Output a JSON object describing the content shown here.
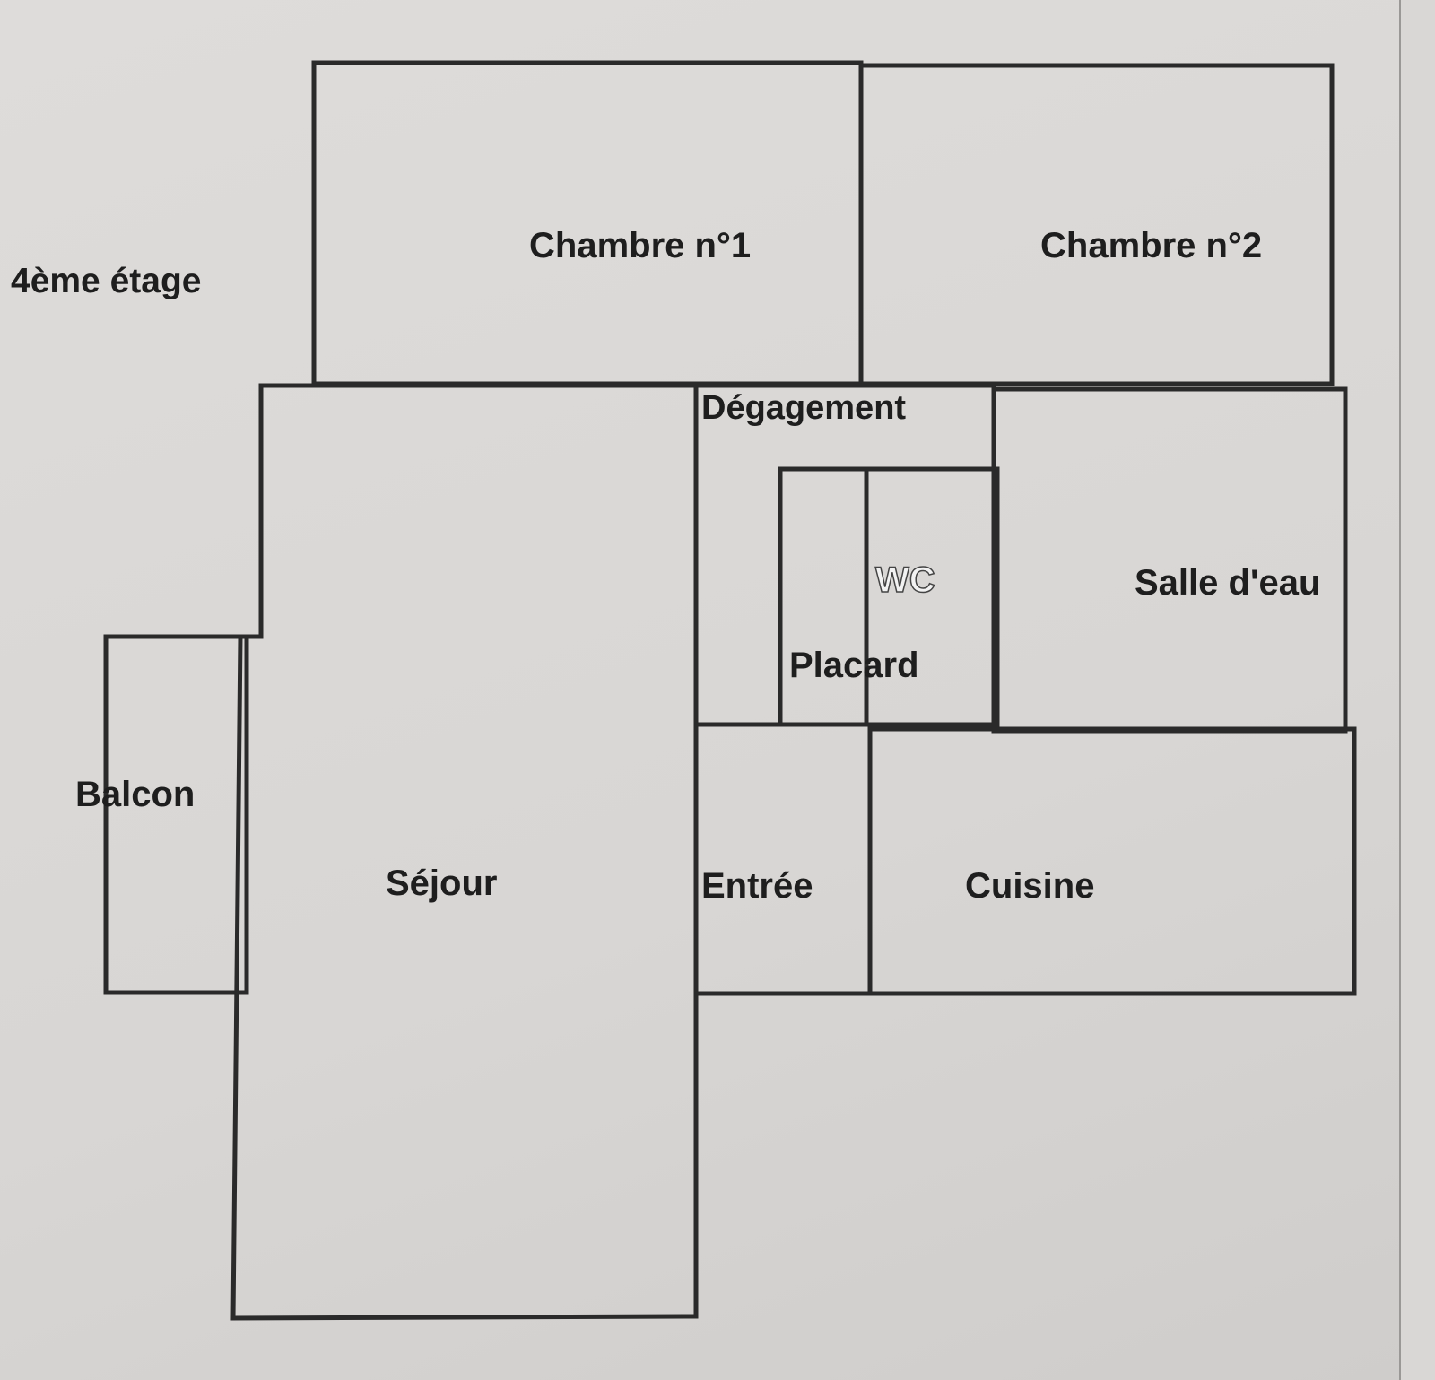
{
  "floor_label": "4ème étage",
  "rooms": {
    "chambre1": "Chambre n°1",
    "chambre2": "Chambre n°2",
    "degagement": "Dégagement",
    "wc": "WC",
    "salle_deau": "Salle d'eau",
    "placard": "Placard",
    "balcon": "Balcon",
    "sejour": "Séjour",
    "entree": "Entrée",
    "cuisine": "Cuisine"
  }
}
